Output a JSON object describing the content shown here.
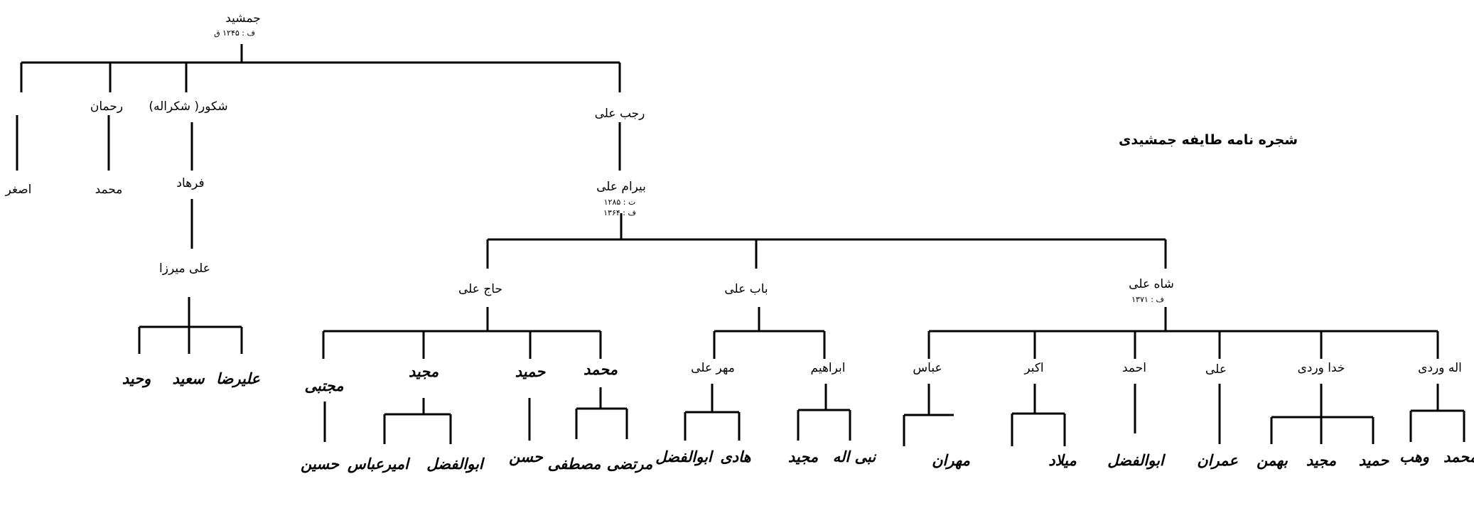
{
  "title": "شجره نامه طایفه جمشیدی",
  "root": {
    "name": "جمشید",
    "date": "ف : ۱۲۴۵ ق"
  },
  "gen1": {
    "asghar": "اصغر",
    "rahman": "رحمان",
    "shokur": "شکور( شکراله)",
    "rajabali": "رجب علی"
  },
  "gen2": {
    "mohammad": "محمد",
    "farhad": "فرهاد",
    "bahramali": {
      "name": "بیرام علی",
      "born": "ت : ۱۲۸۵",
      "died": "ف : ۱۳۶۴"
    }
  },
  "gen3": {
    "alimirza": "علی میرزا",
    "hajali": "حاج علی",
    "babali": "باب علی",
    "shahali": {
      "name": "شاه علی",
      "date": "ف : ۱۳۷۱"
    }
  },
  "gen4": {
    "alireza": "علیرضا",
    "saeed": "سعید",
    "vahid": "وحید",
    "mojtaba": "مجتبی",
    "majid": "مجید",
    "hamid": "حمید",
    "mohammad2": "محمد",
    "mehrali": "مهر علی",
    "ebrahim": "ابراهیم",
    "abbas": "عباس",
    "akbar": "اکبر",
    "ahmad": "احمد",
    "ali": "علی",
    "khodaverdi": "خدا وردی",
    "allahverdi": "اله وردی"
  },
  "gen5": {
    "hosein": "حسین",
    "amirabbas": "امیرعباس",
    "abolfazl1": "ابوالفضل",
    "hasan": "حسن",
    "mostafa": "مصطفی",
    "morteza": "مرتضی",
    "abolfazl2": "ابوالفضل",
    "hadi": "هادی",
    "nabiollah": "نبی اله",
    "majid2": "مجید",
    "mehran": "مهران",
    "milad": "میلاد",
    "abolfazl3": "ابوالفضل",
    "emran": "عمران",
    "bahman": "بهمن",
    "majid3": "مجید",
    "hamid2": "حمید",
    "vahab": "وهب",
    "mohammad3": "محمد"
  }
}
